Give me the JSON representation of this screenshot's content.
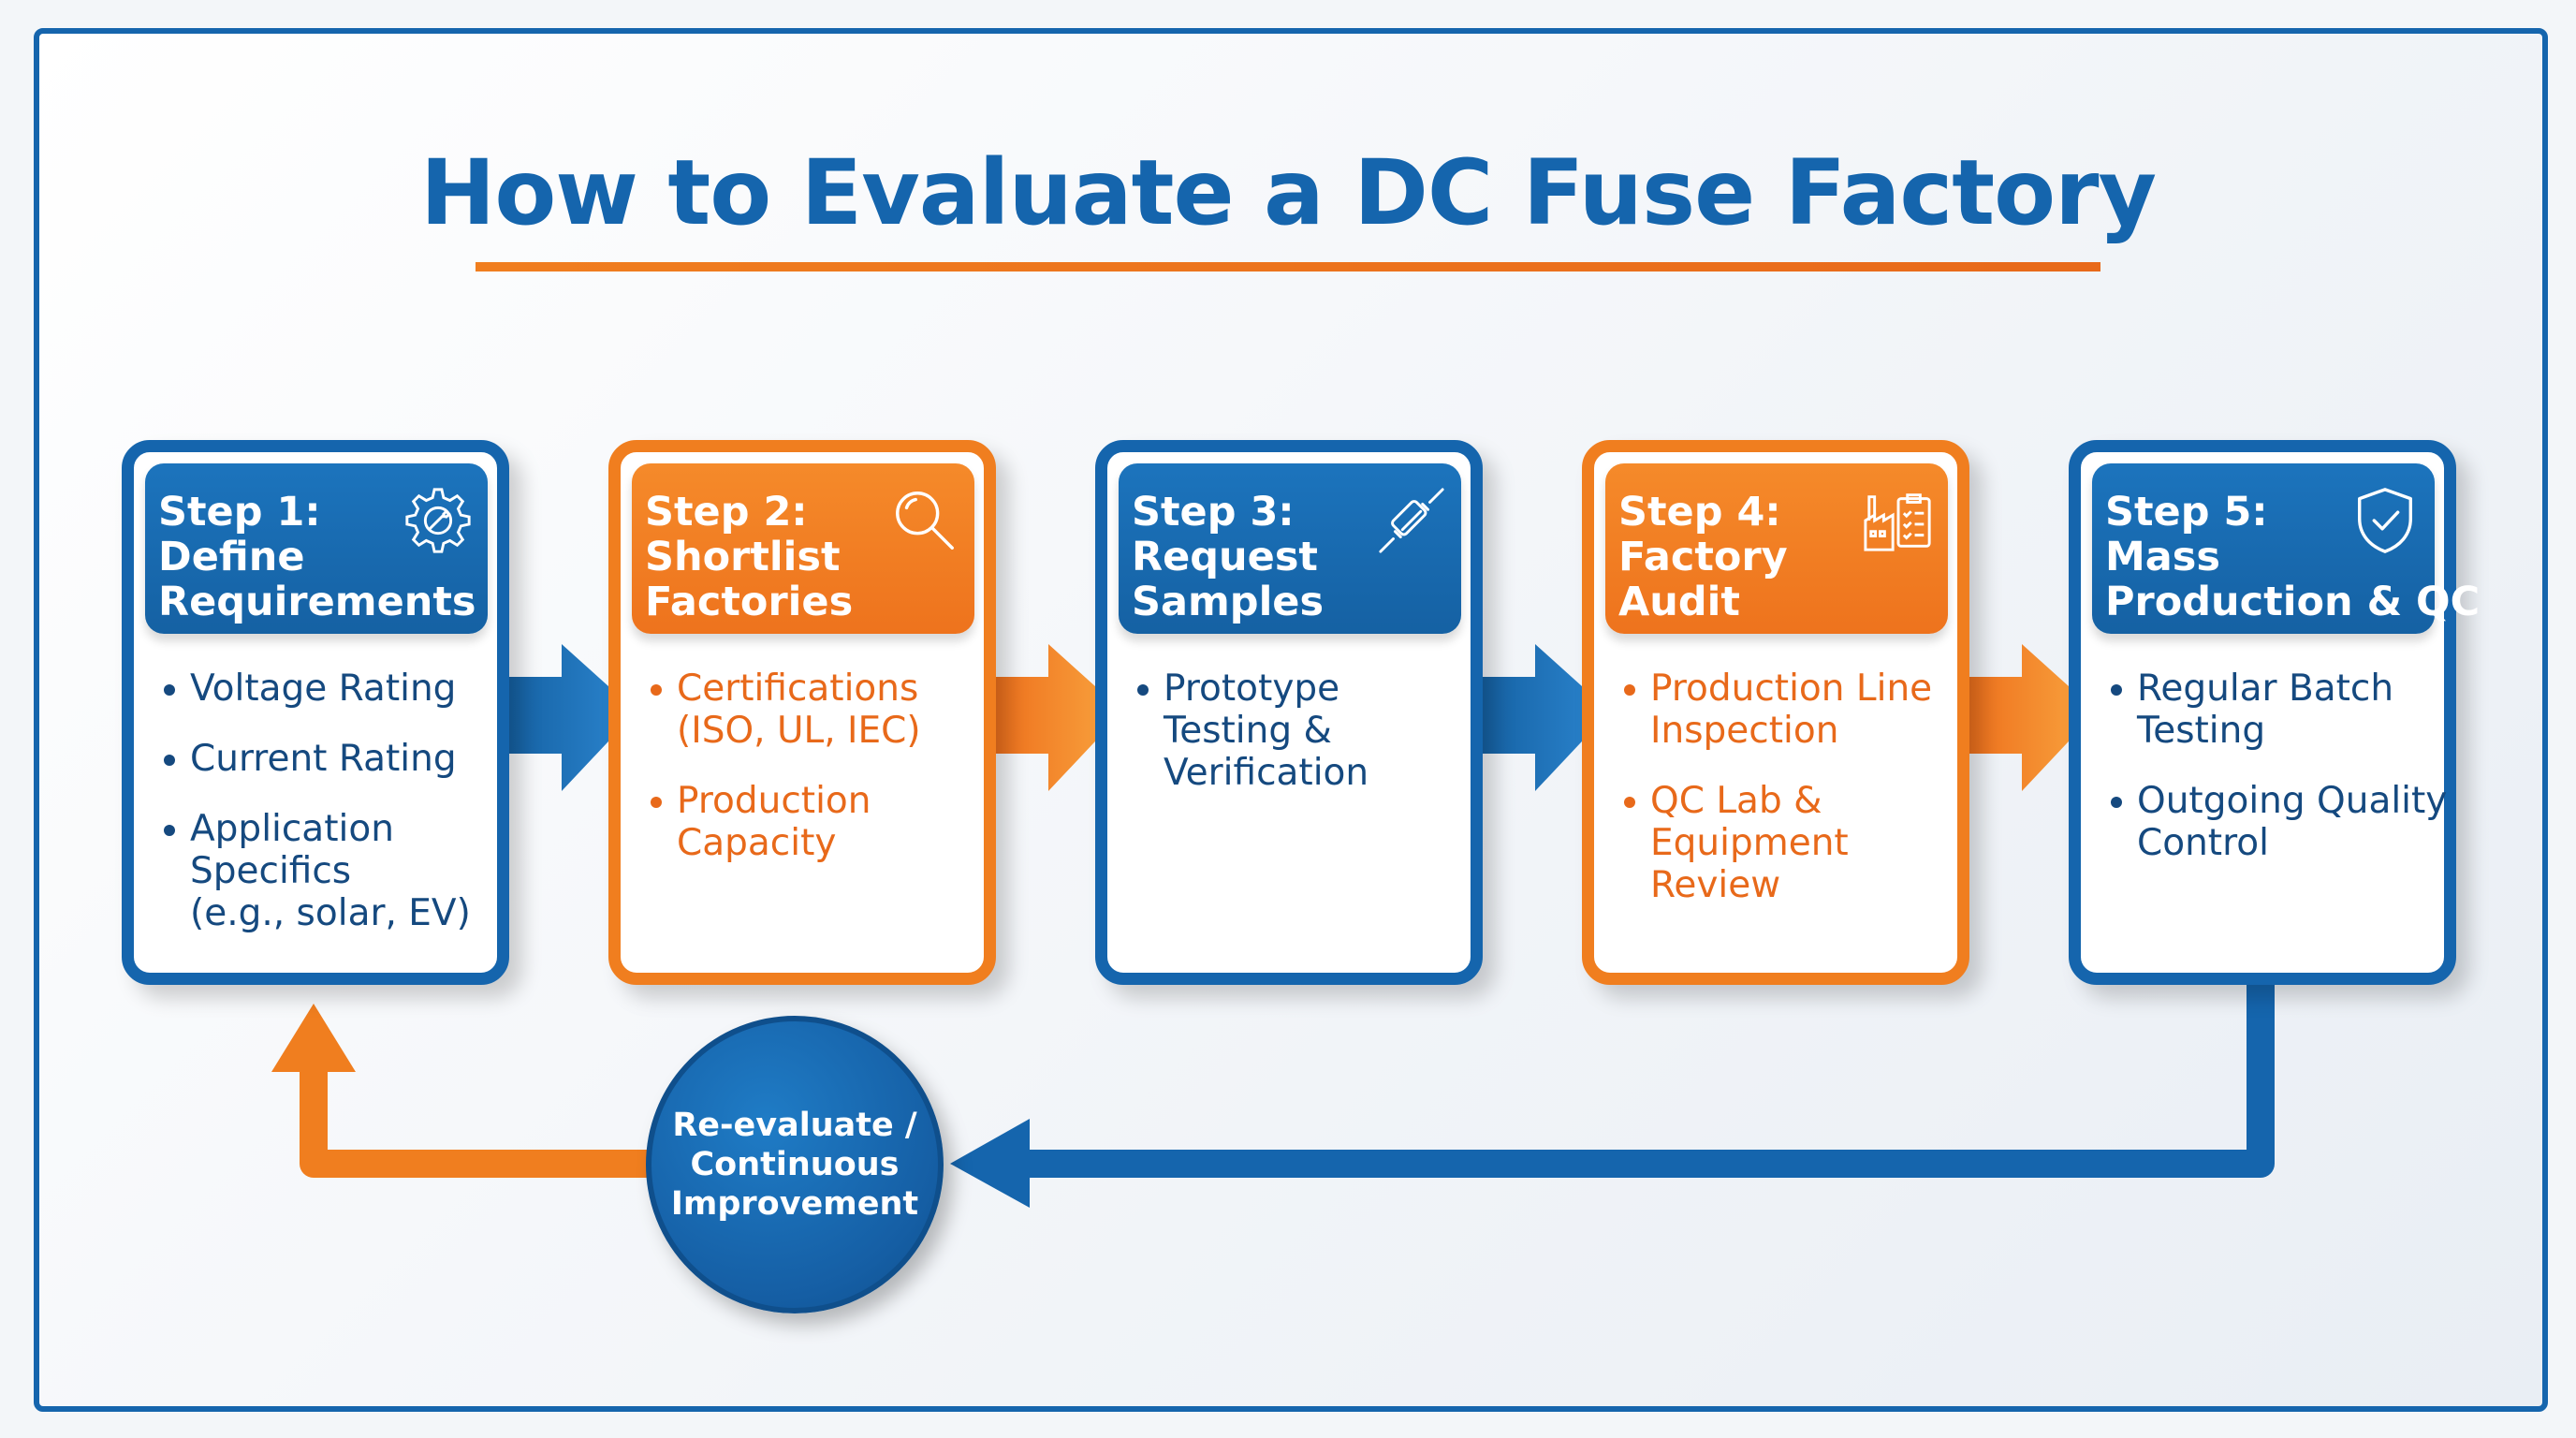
{
  "title": "How to Evaluate a DC Fuse Factory",
  "colors": {
    "blue": "#1565ad",
    "orange": "#f07e1f",
    "dark_text": "#15497f"
  },
  "steps": [
    {
      "theme": "blue",
      "header_lines": [
        "Step 1:",
        "Define",
        "Requirements"
      ],
      "icon": "gear-wrench-icon",
      "items": [
        {
          "lines": [
            "Voltage Rating"
          ]
        },
        {
          "lines": [
            "Current Rating"
          ]
        },
        {
          "lines": [
            "Application",
            "Specifics",
            "(e.g., solar, EV)"
          ]
        }
      ]
    },
    {
      "theme": "orange",
      "header_lines": [
        "Step 2:",
        "Shortlist",
        "Factories"
      ],
      "icon": "magnifier-icon",
      "items": [
        {
          "lines": [
            "Certifications",
            "(ISO, UL, IEC)"
          ]
        },
        {
          "lines": [
            "Production",
            "Capacity"
          ]
        }
      ]
    },
    {
      "theme": "blue",
      "header_lines": [
        "Step 3:",
        "Request",
        "Samples"
      ],
      "icon": "fuse-icon",
      "items": [
        {
          "lines": [
            "Prototype",
            "Testing &",
            "Verification"
          ]
        }
      ]
    },
    {
      "theme": "orange",
      "header_lines": [
        "Step 4:",
        "Factory",
        "Audit"
      ],
      "icon": "factory-clipboard-icon",
      "items": [
        {
          "lines": [
            "Production Line",
            "Inspection"
          ]
        },
        {
          "lines": [
            "QC Lab &",
            "Equipment",
            "Review"
          ]
        }
      ]
    },
    {
      "theme": "blue",
      "header_lines": [
        "Step 5:",
        "Mass",
        "Production & QC"
      ],
      "icon": "shield-check-icon",
      "items": [
        {
          "lines": [
            "Regular Batch",
            "Testing"
          ]
        },
        {
          "lines": [
            "Outgoing Quality",
            "Control"
          ]
        }
      ]
    }
  ],
  "loop": {
    "lines": [
      "Re-evaluate /",
      "Continuous",
      "Improvement"
    ]
  }
}
